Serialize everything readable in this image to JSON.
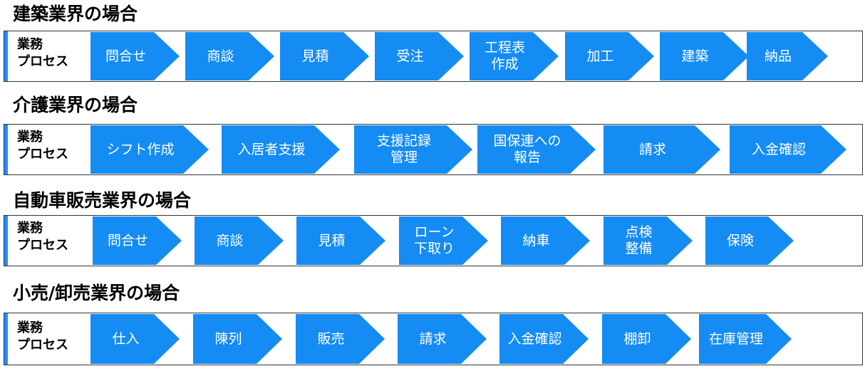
{
  "sections": [
    {
      "title": "建築業界の場合",
      "label": "業務\nプロセス",
      "steps": [
        "問合せ",
        "商談",
        "見積",
        "受注",
        "工程表\n作成",
        "加工",
        "建築",
        "納品"
      ]
    },
    {
      "title": "介護業界の場合",
      "label": "業務\nプロセス",
      "steps": [
        "シフト作成",
        "入居者支援",
        "支援記録\n管理",
        "国保連への\n報告",
        "請求",
        "入金確認"
      ]
    },
    {
      "title": "自動車販売業界の場合",
      "label": "業務\nプロセス",
      "steps": [
        "問合せ",
        "商談",
        "見積",
        "ローン\n下取り",
        "納車",
        "点検\n整備",
        "保険"
      ]
    },
    {
      "title": "小売/卸売業界の場合",
      "label": "業務\nプロセス",
      "steps": [
        "仕入",
        "陳列",
        "販売",
        "請求",
        "入金確認",
        "棚卸",
        "在庫管理"
      ]
    }
  ],
  "colors": {
    "step_fill": "#148cf4",
    "accent": "#1e90ff",
    "frame_border": "#333333"
  }
}
